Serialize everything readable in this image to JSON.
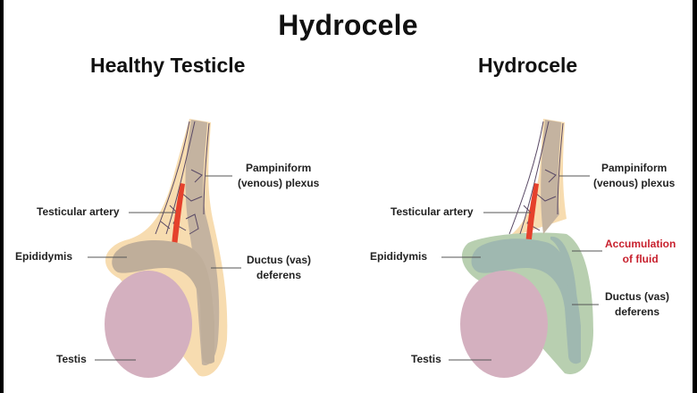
{
  "title": "Hydrocele",
  "colors": {
    "skin": "#f7dcb0",
    "cord_tan": "#c4b3a0",
    "epididymis_tan": "#bfae9a",
    "testis_pink": "#d4b0bf",
    "artery_red": "#e5412c",
    "vein_purple": "#5a4a66",
    "fluid_green": "#b8cfb0",
    "fluid_teal": "#9fb8b0",
    "highlight_red": "#c8212e",
    "leader_gray": "#555555"
  },
  "panels": [
    {
      "title": "Healthy Testicle",
      "labels": {
        "pampiniform": [
          "Pampiniform",
          "(venous) plexus"
        ],
        "testicular_artery": "Testicular artery",
        "epididymis": "Epididymis",
        "ductus": [
          "Ductus (vas)",
          "deferens"
        ],
        "testis": "Testis"
      }
    },
    {
      "title": "Hydrocele",
      "labels": {
        "pampiniform": [
          "Pampiniform",
          "(venous) plexus"
        ],
        "testicular_artery": "Testicular artery",
        "accumulation": [
          "Accumulation",
          "of fluid"
        ],
        "epididymis": "Epididymis",
        "ductus": [
          "Ductus (vas)",
          "deferens"
        ],
        "testis": "Testis"
      }
    }
  ]
}
